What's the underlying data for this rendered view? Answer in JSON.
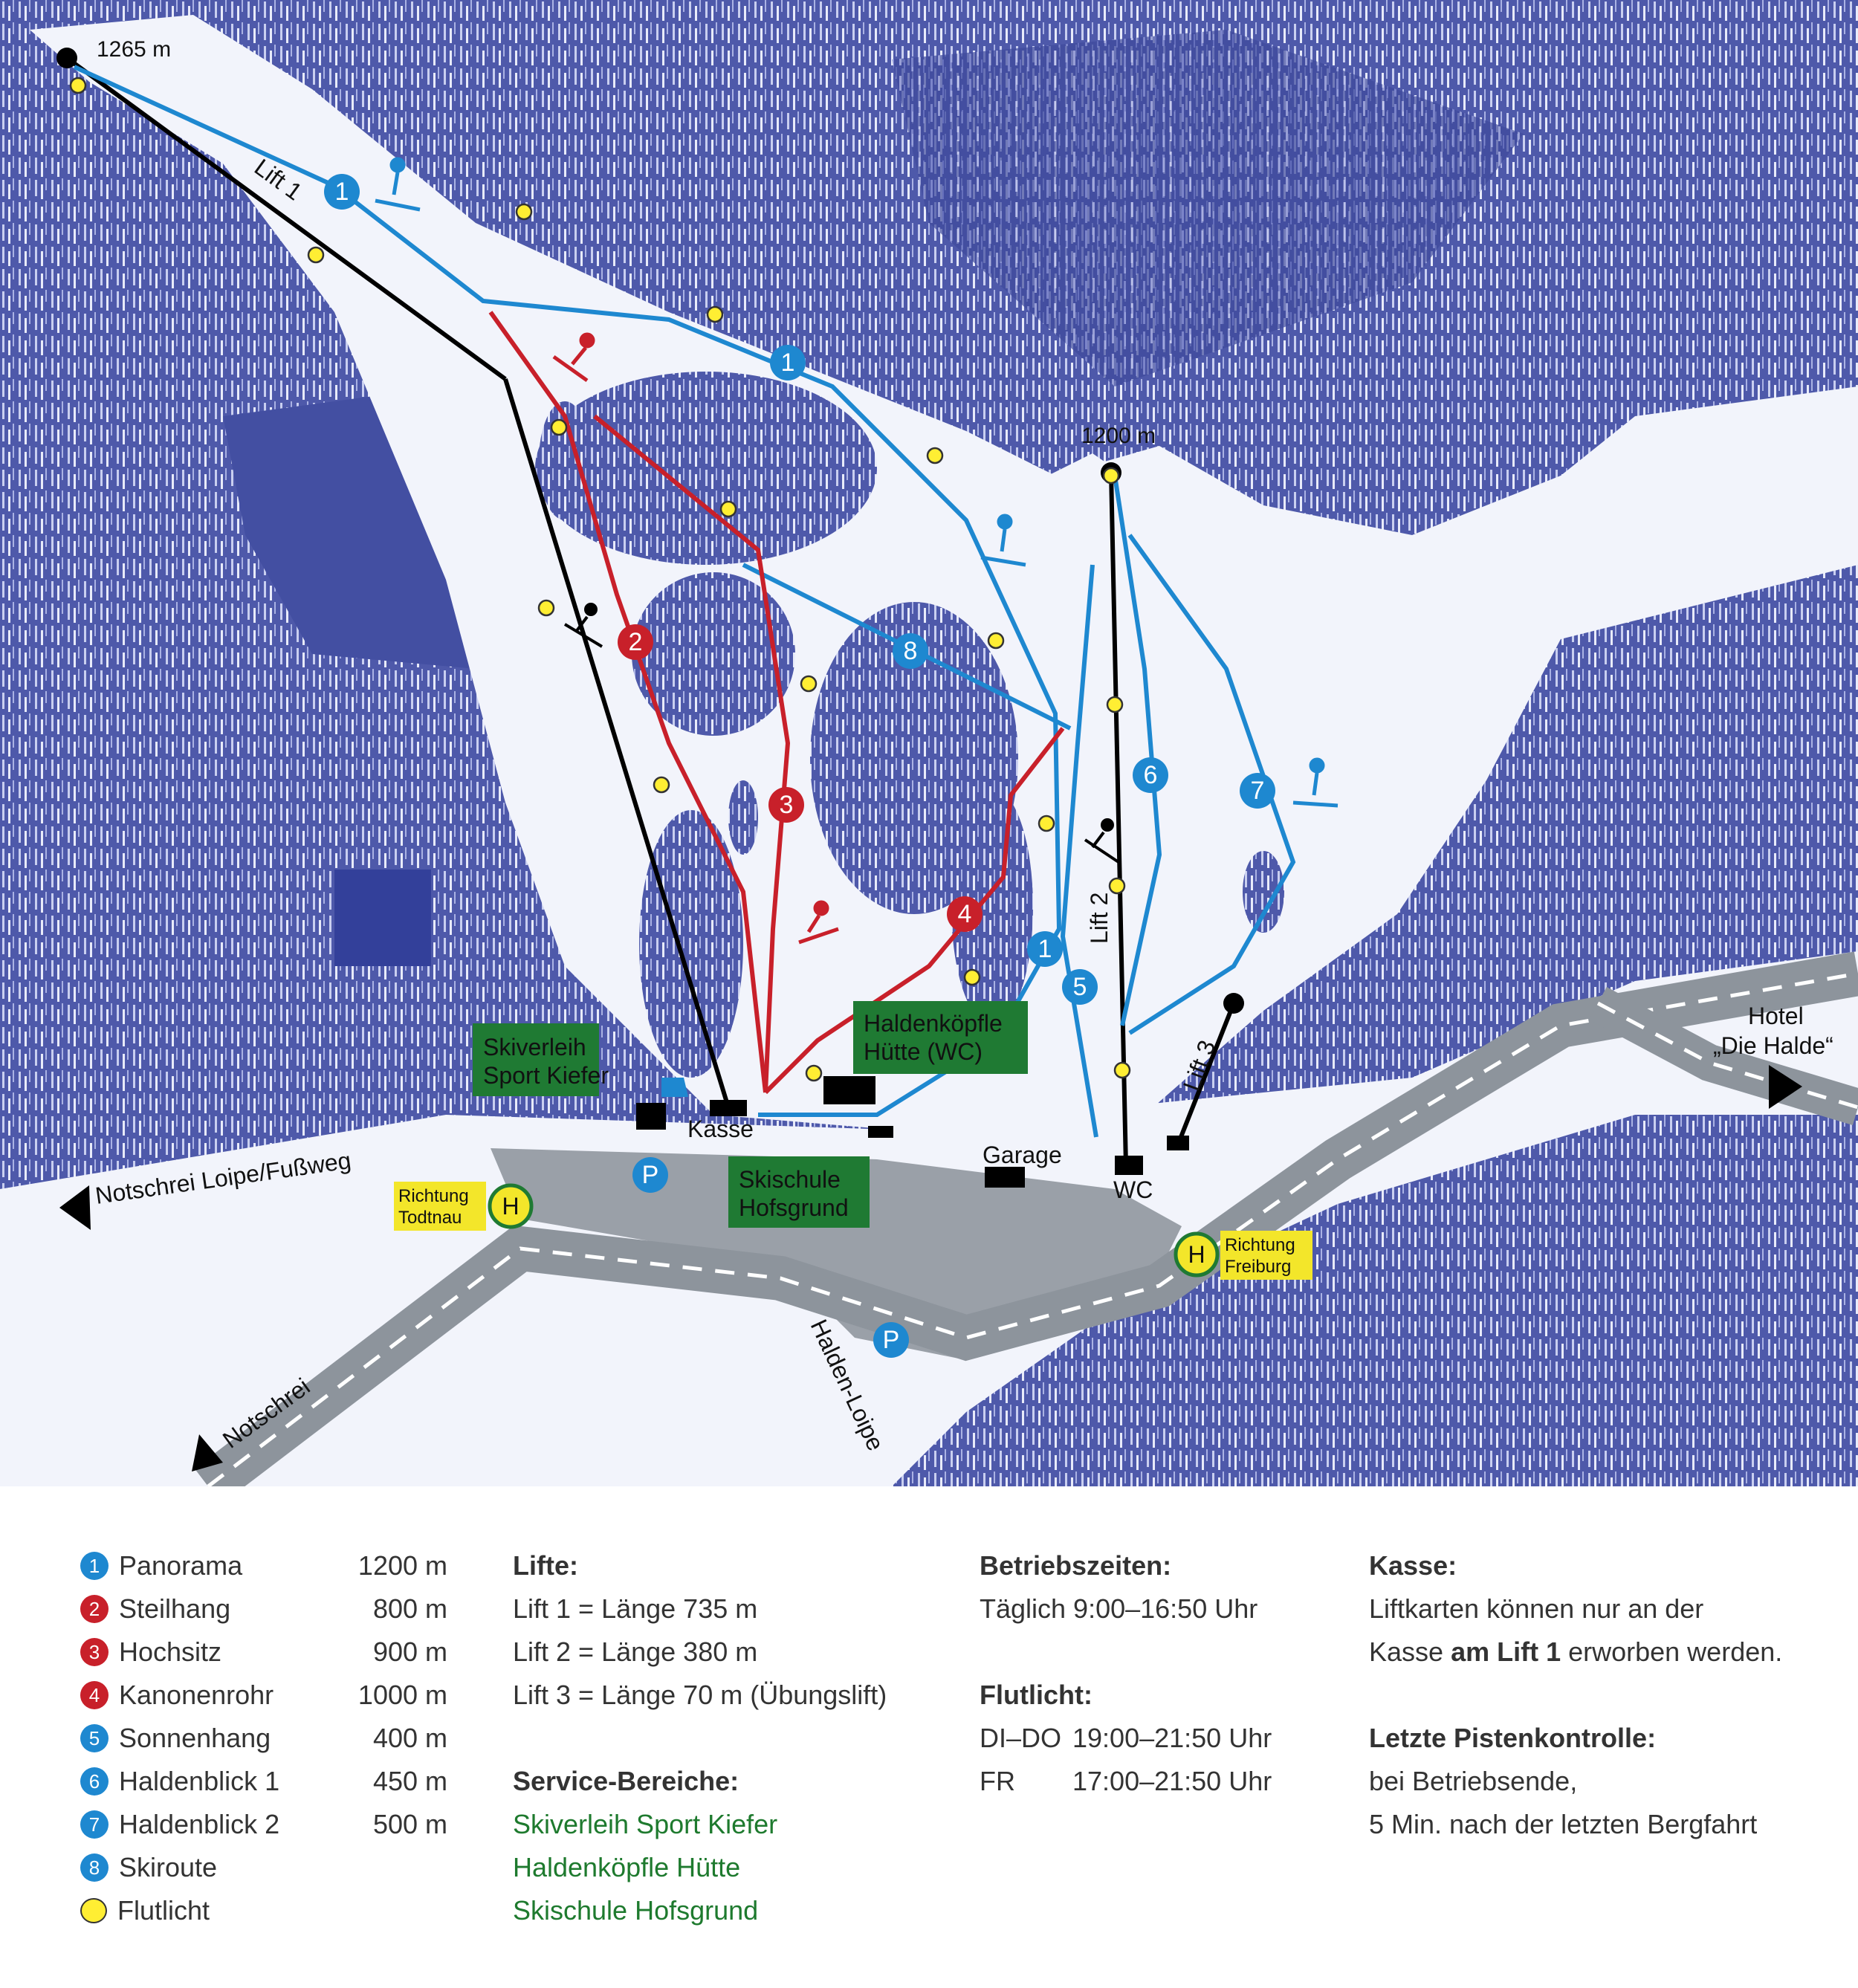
{
  "colors": {
    "blue_run": "#1e88d0",
    "red_run": "#c8202a",
    "lift": "#000000",
    "service_green": "#1f7a33",
    "bus_yellow": "#f3e62a",
    "forest": "#4a55a8",
    "snow": "#f2f4fb",
    "road": "#9aa0a8"
  },
  "map": {
    "peak_left": "1265 m",
    "peak_right": "1200 m",
    "lift1": "Lift 1",
    "lift2": "Lift 2",
    "lift3": "Lift 3",
    "kasse": "Kasse",
    "garage": "Garage",
    "wc": "WC",
    "skiverleih": [
      "Skiverleih",
      "Sport Kiefer"
    ],
    "haldenkoepfle": [
      "Haldenköpfle",
      "Hütte (WC)"
    ],
    "skischule": [
      "Skischule",
      "Hofsgrund"
    ],
    "richtung_todtnau": [
      "Richtung",
      "Todtnau"
    ],
    "richtung_freiburg": [
      "Richtung",
      "Freiburg"
    ],
    "bus_symbol": "H",
    "parking_symbol": "P",
    "notschrei_loipe": "Notschrei Loipe/Fußweg",
    "notschrei": "Notschrei",
    "halden_loipe": "Halden-Loipe",
    "hotel": [
      "Hotel",
      "„Die Halde“"
    ],
    "run_markers": [
      "1",
      "1",
      "2",
      "3",
      "4",
      "1",
      "5",
      "6",
      "7",
      "8"
    ]
  },
  "legend": {
    "runs": [
      {
        "num": "1",
        "name": "Panorama",
        "length": "1200 m",
        "color": "#1e88d0"
      },
      {
        "num": "2",
        "name": "Steilhang",
        "length": "800 m",
        "color": "#c8202a"
      },
      {
        "num": "3",
        "name": "Hochsitz",
        "length": "900 m",
        "color": "#c8202a"
      },
      {
        "num": "4",
        "name": "Kanonenrohr",
        "length": "1000 m",
        "color": "#c8202a"
      },
      {
        "num": "5",
        "name": "Sonnenhang",
        "length": "400 m",
        "color": "#1e88d0"
      },
      {
        "num": "6",
        "name": "Haldenblick 1",
        "length": "450 m",
        "color": "#1e88d0"
      },
      {
        "num": "7",
        "name": "Haldenblick 2",
        "length": "500 m",
        "color": "#1e88d0"
      },
      {
        "num": "8",
        "name": "Skiroute",
        "length": "",
        "color": "#1e88d0"
      }
    ],
    "flutlicht_label": "Flutlicht",
    "lifte_title": "Lifte:",
    "lifte": [
      "Lift 1 = Länge 735 m",
      "Lift 2 = Länge 380 m",
      "Lift 3 = Länge 70 m (Übungslift)"
    ],
    "service_title": "Service-Bereiche:",
    "service": [
      "Skiverleih Sport Kiefer",
      "Haldenköpfle Hütte",
      "Skischule Hofsgrund"
    ],
    "betrieb_title": "Betriebszeiten:",
    "betrieb": "Täglich 9:00–16:50 Uhr",
    "flut_title": "Flutlicht:",
    "flut_rows": [
      {
        "day": "DI–DO",
        "time": "19:00–21:50 Uhr"
      },
      {
        "day": "FR",
        "time": "17:00–21:50 Uhr"
      }
    ],
    "kasse_title": "Kasse:",
    "kasse_line1": "Liftkarten können nur an der",
    "kasse_line2_pre": "Kasse ",
    "kasse_line2_bold": "am Lift 1",
    "kasse_line2_post": " erworben werden.",
    "kontrolle_title": "Letzte Pistenkontrolle:",
    "kontrolle": [
      "bei Betriebsende,",
      "5 Min. nach der letzten Bergfahrt"
    ]
  }
}
